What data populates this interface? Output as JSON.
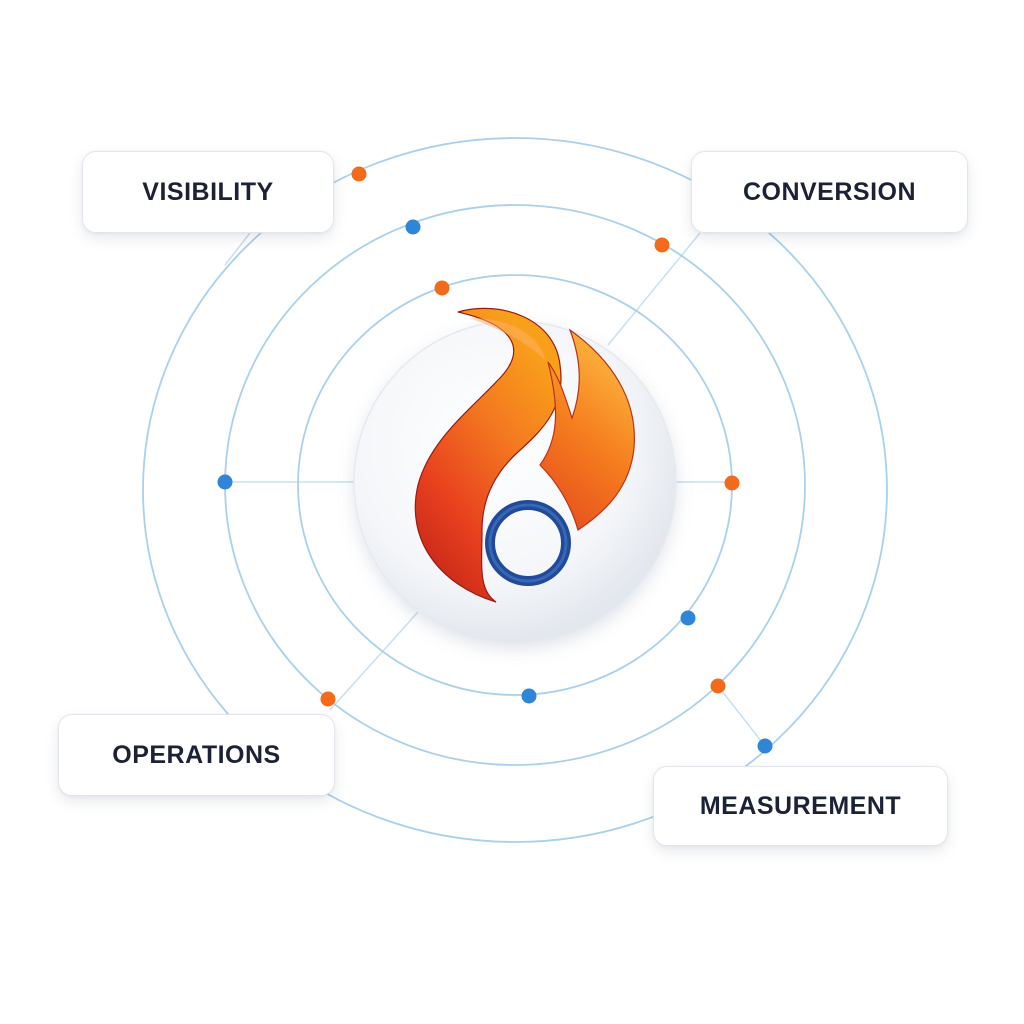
{
  "labels": {
    "visibility": "VISIBILITY",
    "conversion": "CONVERSION",
    "operations": "OPERATIONS",
    "measurement": "MEASUREMENT"
  },
  "colors": {
    "ring": "#a9d0ec",
    "connector": "#c6dff1",
    "dot_orange": "#f26b1d",
    "dot_blue": "#2f86d8",
    "flame_dark": "#d3261a",
    "flame_mid": "#f15a24",
    "flame_light": "#f9a01b",
    "ring_logo": "#1f4b9a",
    "text": "#1b2236"
  },
  "icons": {
    "center": "flame-logo-icon"
  }
}
